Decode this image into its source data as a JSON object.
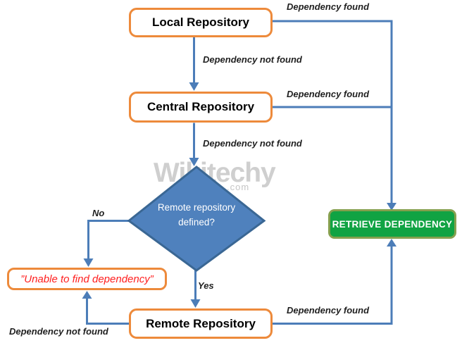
{
  "nodes": {
    "local_repo": {
      "label": "Local Repository"
    },
    "central_repo": {
      "label": "Central Repository"
    },
    "remote_repo": {
      "label": "Remote Repository"
    },
    "decision": {
      "label": "Remote repository defined?"
    },
    "retrieve": {
      "label": "RETRIEVE DEPENDENCY"
    },
    "unable": {
      "label": "”Unable to find dependency”"
    }
  },
  "edge_labels": {
    "local_found": "Dependency found",
    "local_not_found": "Dependency not found",
    "central_found": "Dependency found",
    "central_not_found": "Dependency not found",
    "decision_no": "No",
    "decision_yes": "Yes",
    "remote_found": "Dependency found",
    "remote_not_found": "Dependency not found"
  },
  "watermark": {
    "brand": "Wikitechy",
    "suffix": ".com"
  },
  "colors": {
    "connector_blue": "#4C7DB8",
    "node_border_orange": "#ED8A3B",
    "decision_fill_blue": "#4F81BD",
    "decision_border_blue": "#3A6794",
    "retrieve_fill_green": "#10A343",
    "retrieve_border_olive": "#85A04E",
    "error_text_red": "#FF1F1F",
    "watermark_gray": "#CFCFCF"
  }
}
